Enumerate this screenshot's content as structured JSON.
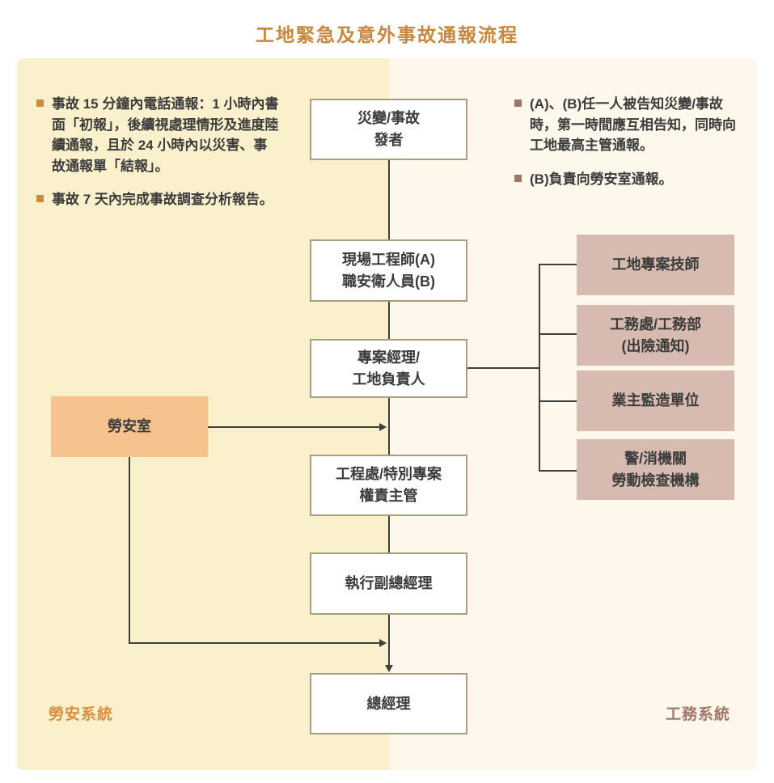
{
  "title": "工地緊急及意外事故通報流程",
  "left_notes": {
    "items": [
      {
        "text": "事故 15 分鐘內電話通報：1 小時內書面「初報」，後續視處理情形及進度陸續通報，且於 24 小時內以災害、事故通報單「結報」。"
      },
      {
        "text": "事故 7 天內完成事故調查分析報告。"
      }
    ]
  },
  "right_notes": {
    "items": [
      {
        "text": "(A)、(B)任一人被告知災變/事故時，第一時間應互相告知，同時向工地最高主管通報。"
      },
      {
        "text": "(B)負責向勞安室通報。"
      }
    ]
  },
  "flow_boxes": [
    {
      "label": "災變/事故\n發者"
    },
    {
      "label": "現場工程師(A)\n職安衛人員(B)"
    },
    {
      "label": "專案經理/\n工地負責人"
    },
    {
      "label": "工程處/特別專案\n權責主管"
    },
    {
      "label": "執行副總經理"
    },
    {
      "label": "總經理"
    }
  ],
  "laoan_box": {
    "label": "勞安室"
  },
  "right_boxes": [
    {
      "label": "工地專案技師"
    },
    {
      "label": "工務處/工務部\n(出險通知)"
    },
    {
      "label": "業主監造單位"
    },
    {
      "label": "警/消機關\n勞動檢查機構"
    }
  ],
  "footer": {
    "left_label": "勞安系統",
    "right_label": "工務系統"
  },
  "colors": {
    "title": "#c9863d",
    "left_panel": "#faf0cc",
    "right_panel": "#fdf8eb",
    "white_box_border": "#a69e7f",
    "laoan_fill": "#f6c28e",
    "right_box_fill": "#d7bbb0",
    "connector_line": "#3f3f3f",
    "left_bullet": "#cf8a3e",
    "right_bullet": "#9b7668",
    "footer_left": "#d98f3f",
    "footer_right": "#a3766a"
  }
}
